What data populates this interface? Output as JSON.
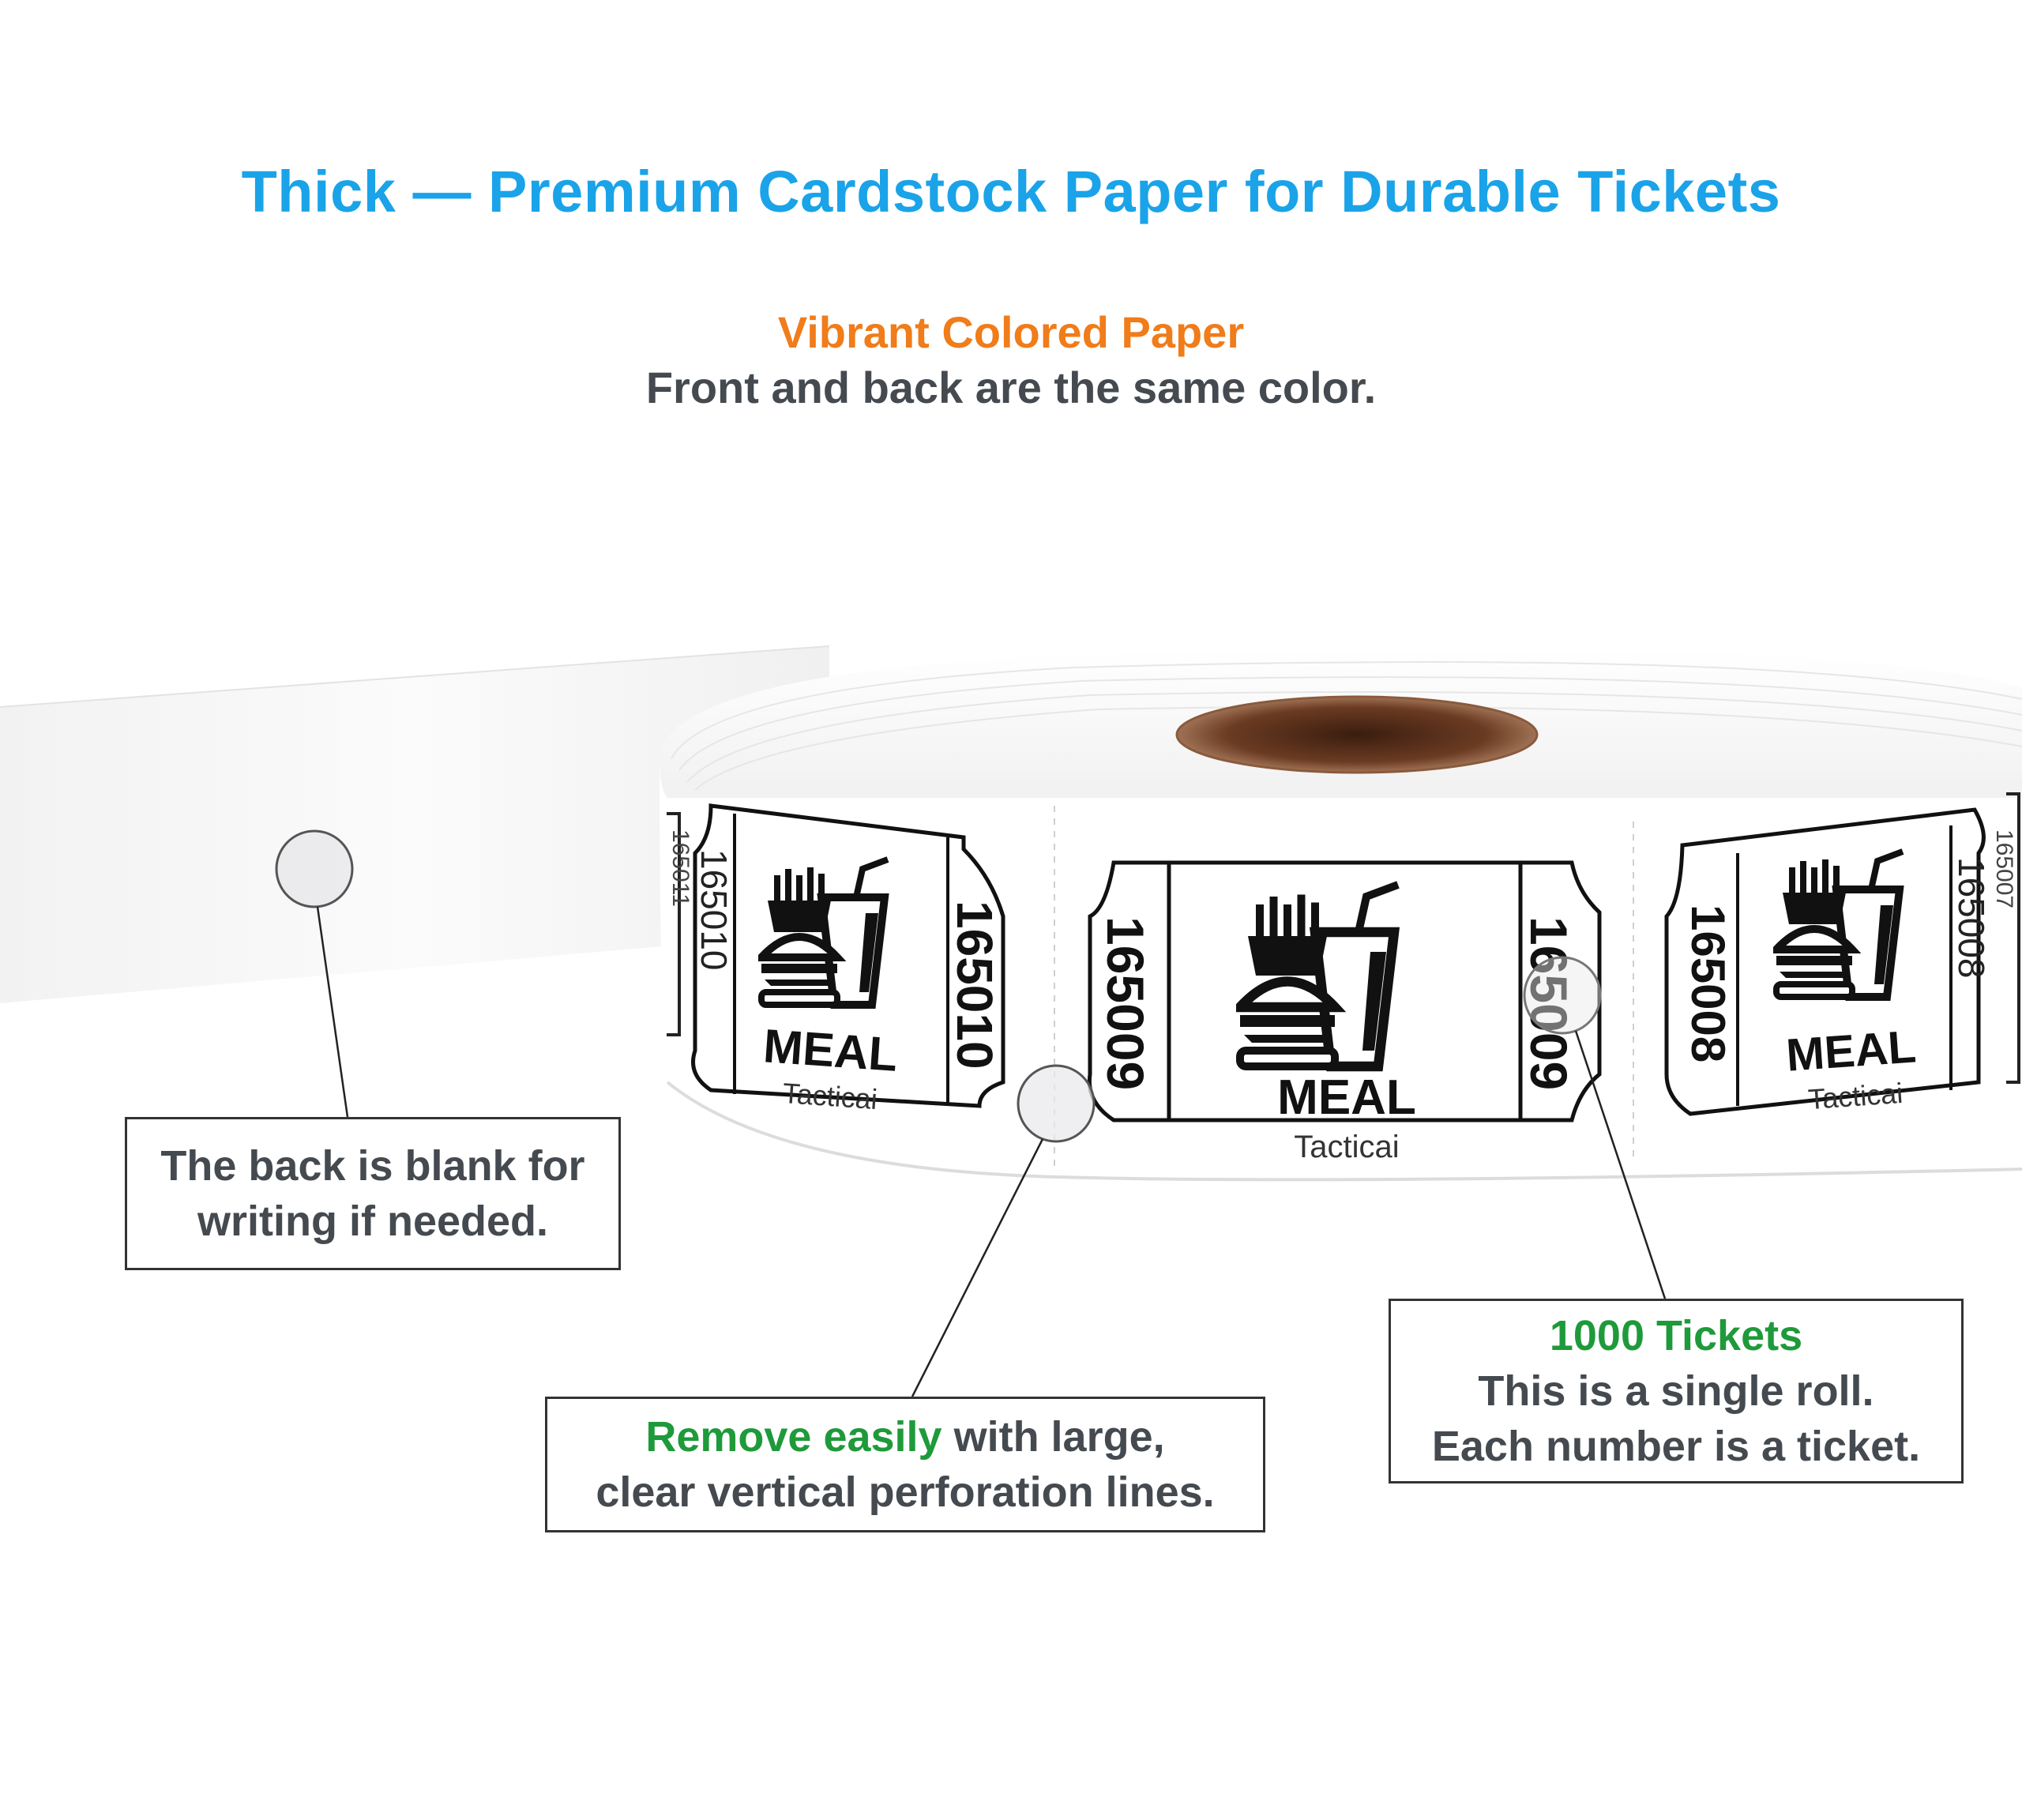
{
  "header": {
    "title": "Thick — Premium Cardstock Paper for Durable Tickets",
    "feature_title": "Vibrant Colored Paper",
    "feature_note": "Front and back are the same color."
  },
  "tickets": [
    {
      "number": "165011",
      "label": "",
      "brand": ""
    },
    {
      "number": "165010",
      "label": "MEAL",
      "brand": "Tacticai"
    },
    {
      "number": "165009",
      "label": "MEAL",
      "brand": "Tacticai"
    },
    {
      "number": "165008",
      "label": "MEAL",
      "brand": "Tacticai"
    },
    {
      "number": "165007",
      "label": "",
      "brand": ""
    }
  ],
  "callouts": {
    "back": {
      "line1": "The back is blank for",
      "line2": "writing if needed."
    },
    "perforation": {
      "accent": "Remove easily",
      "line1_rest": " with large,",
      "line2": "clear vertical perforation lines."
    },
    "count": {
      "accent": "1000 Tickets",
      "line2": "This is a single roll.",
      "line3": "Each number is a ticket."
    }
  },
  "colors": {
    "title": "#1aa3e8",
    "feature_title": "#f07c1a",
    "accent_green": "#1e9a3a",
    "body_text": "#444a4f",
    "core": "#6b3b22"
  },
  "icons": [
    "meal-icon (burger, fries, drink)"
  ]
}
